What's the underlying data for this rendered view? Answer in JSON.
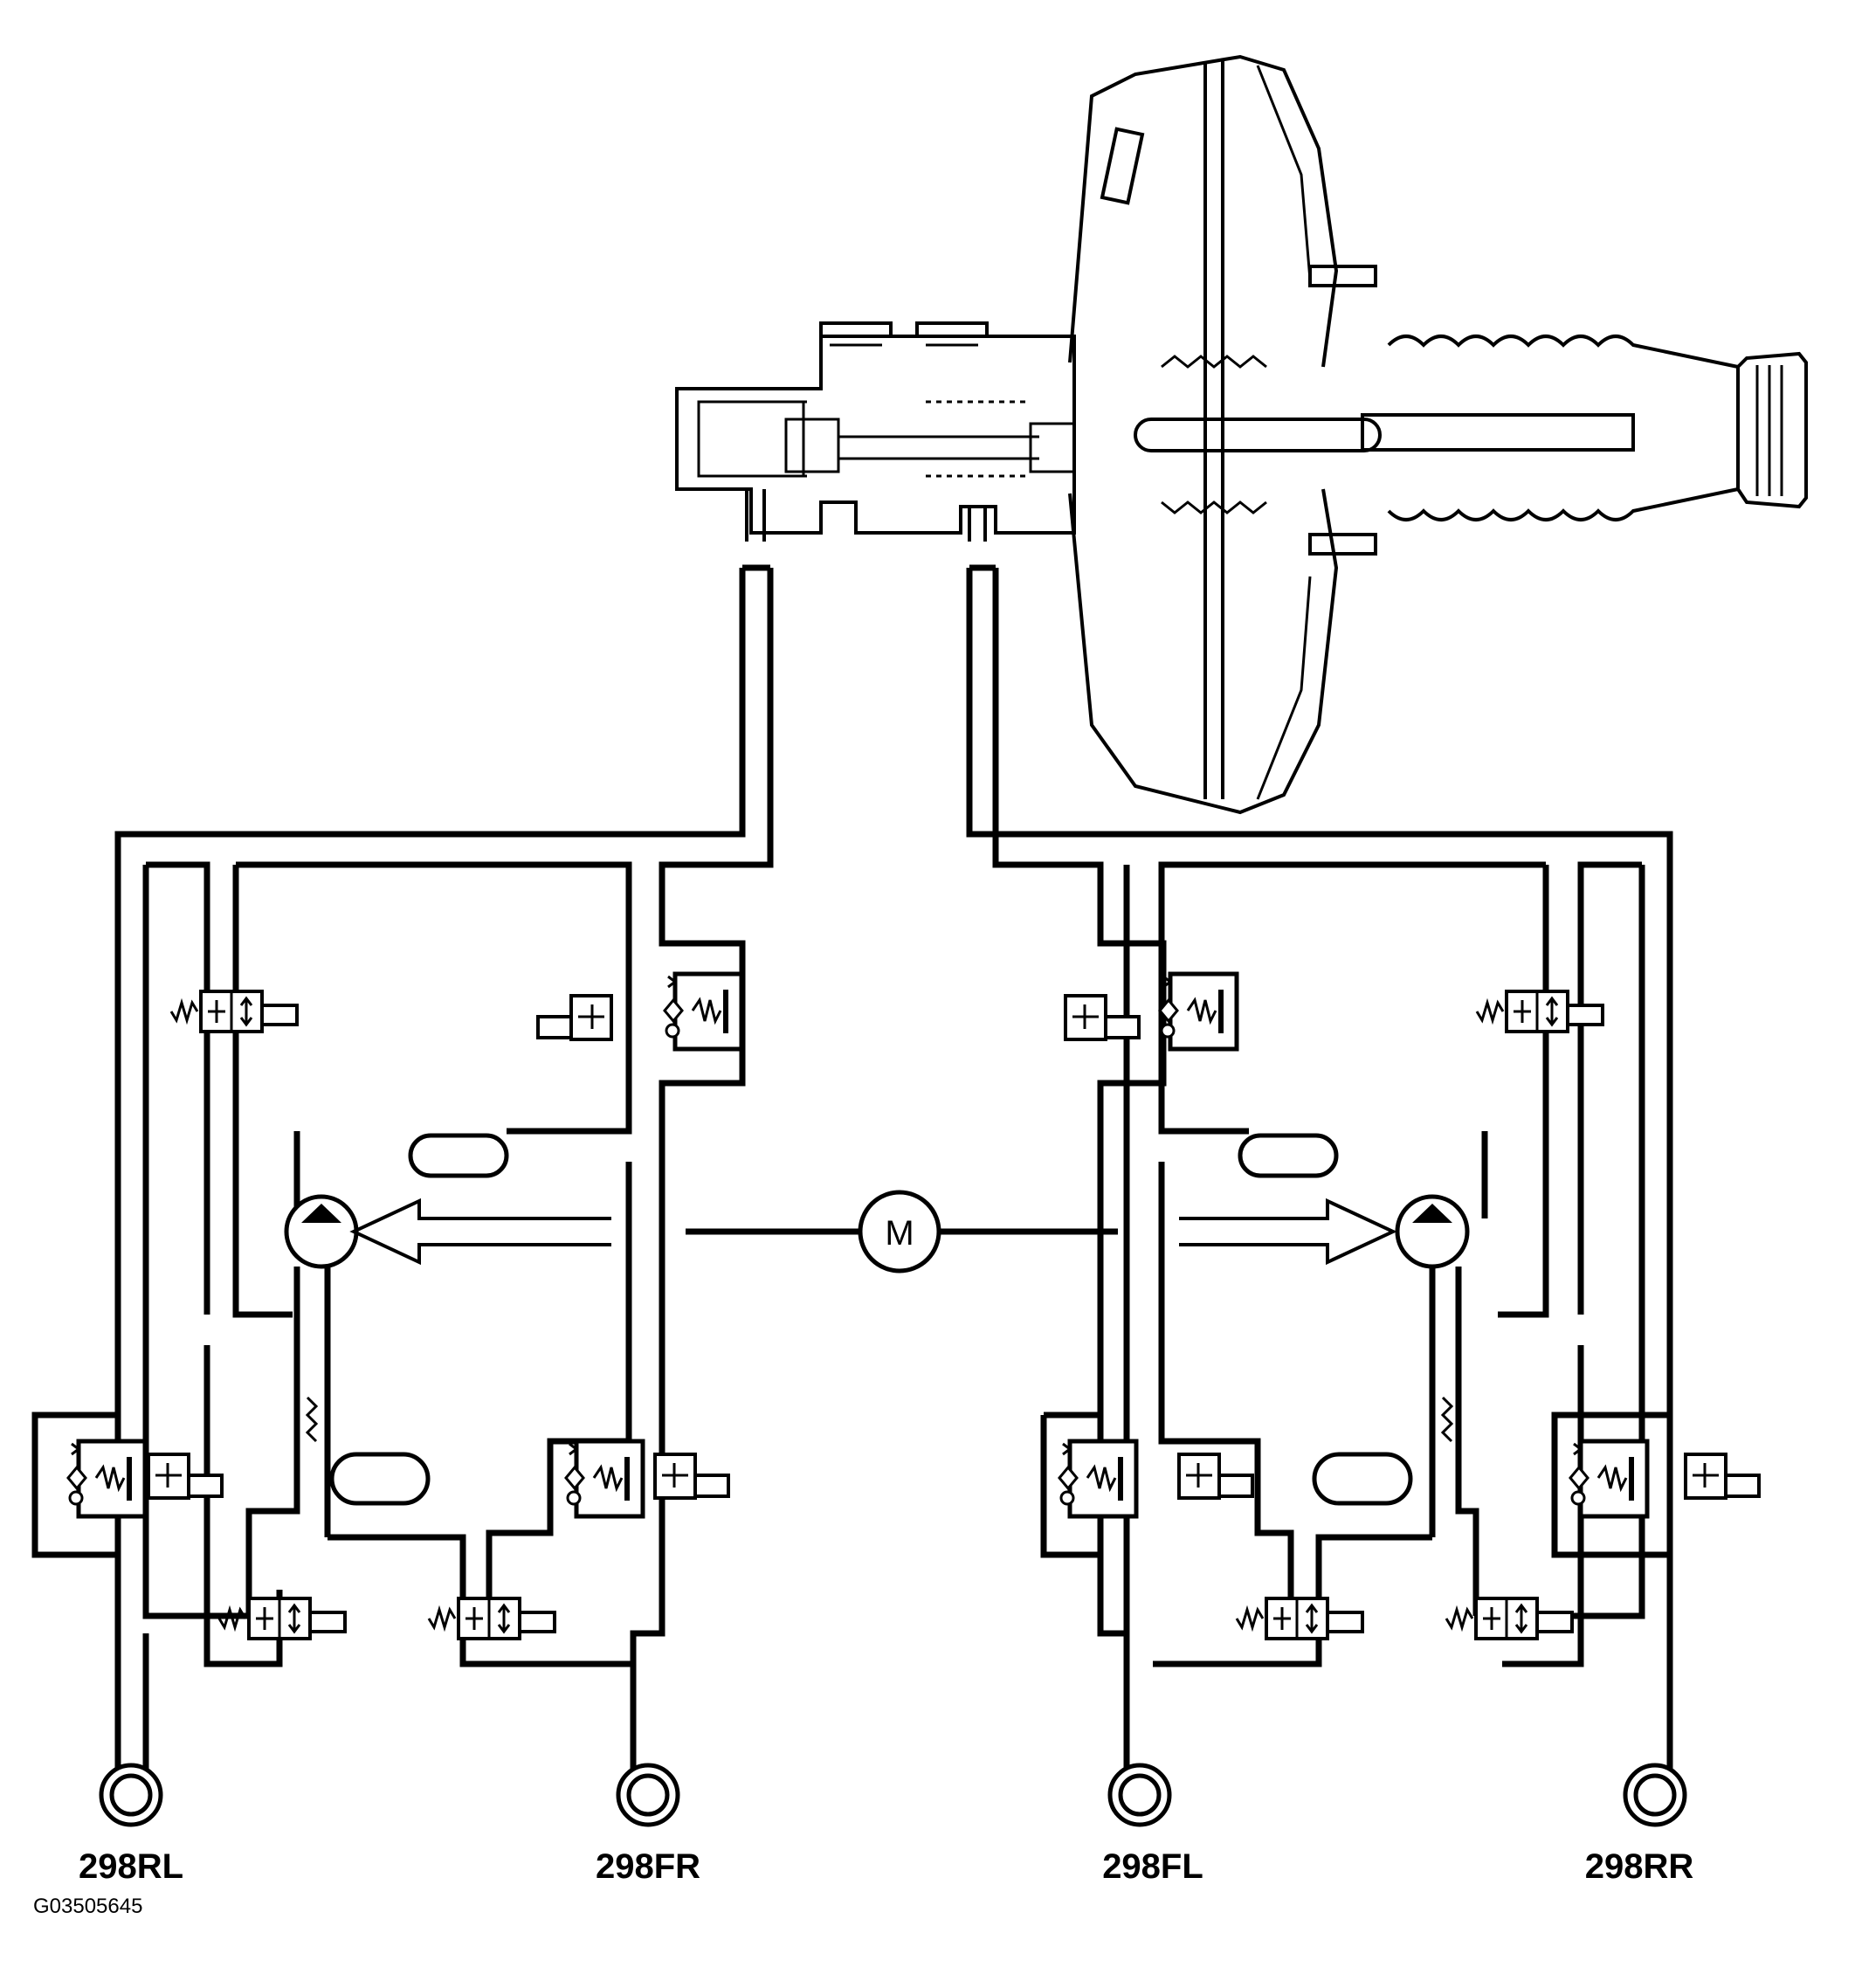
{
  "diagram": {
    "motor_label": "M",
    "figure_code": "G03505645",
    "wheel_ports": [
      {
        "id": "rl",
        "label": "298RL"
      },
      {
        "id": "fr",
        "label": "298FR"
      },
      {
        "id": "fl",
        "label": "298FL"
      },
      {
        "id": "rr",
        "label": "298RR"
      }
    ]
  }
}
